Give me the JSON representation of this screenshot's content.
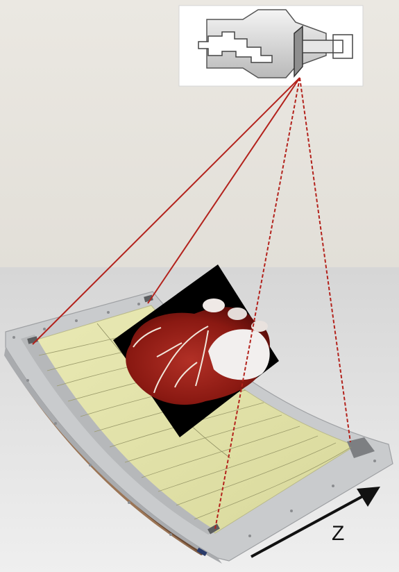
{
  "figure": {
    "axis_label": "Z",
    "components": {
      "xray_tube": "x-ray-tube-icon",
      "detector": "curved-detector-array",
      "heart": "heart-3d-rendering"
    },
    "colors": {
      "wall": "#e6e3dc",
      "floor": "#dcdcdb",
      "beam": "#b3221c",
      "detector_yellow": "#e3e3a8",
      "frame_gray": "#c9cbcd",
      "heart_red": "#8c1a14",
      "arrow": "#111111"
    }
  }
}
